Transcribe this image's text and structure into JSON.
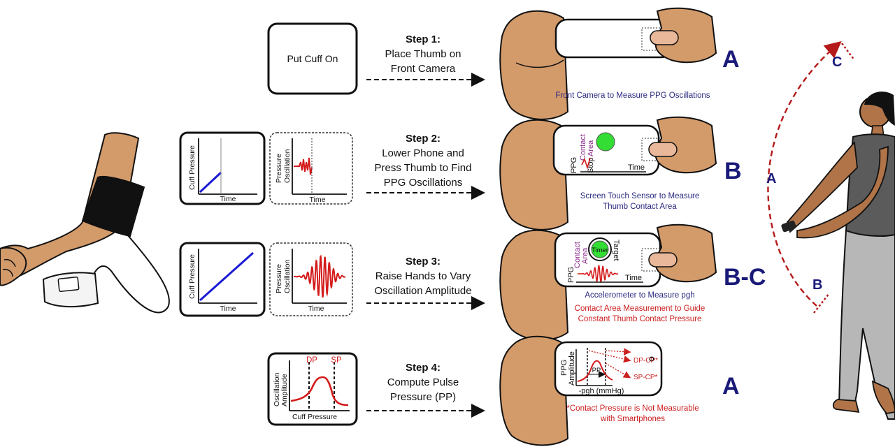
{
  "cuff_box": {
    "label": "Put Cuff On"
  },
  "steps": [
    {
      "title": "Step 1:",
      "lines": [
        "Place Thumb on",
        "Front Camera"
      ]
    },
    {
      "title": "Step 2:",
      "lines": [
        "Lower Phone and",
        "Press Thumb to Find",
        "PPG Oscillations"
      ]
    },
    {
      "title": "Step 3:",
      "lines": [
        "Raise Hands to Vary",
        "Oscillation Amplitude"
      ]
    },
    {
      "title": "Step 4:",
      "lines": [
        "Compute Pulse",
        "Pressure (PP)"
      ]
    }
  ],
  "plots": {
    "cuff_pressure_ylabel": "Cuff Pressure",
    "pressure_osc_ylabel": [
      "Pressure",
      "Oscillation"
    ],
    "osc_amp_ylabel": [
      "Oscillation",
      "Amplitude"
    ],
    "time_label": "Time",
    "cuff_pressure_xlabel": "Cuff Pressure",
    "dp": "DP",
    "sp": "SP"
  },
  "phones": {
    "contact_area": [
      "Contact",
      "Area"
    ],
    "ppg": "PPG",
    "stop": "Stop",
    "time": "Time",
    "timer": "Timer",
    "target": "Target",
    "ppg_amplitude": [
      "PPG",
      "Amplitude"
    ],
    "pp": "PP",
    "pgh": "-pgh (mmHg)",
    "dp_cp": "DP-CP*",
    "sp_cp": "SP-CP*"
  },
  "letters": [
    "A",
    "B",
    "B-C",
    "A"
  ],
  "captions": {
    "row1": [
      "Front Camera to Measure PPG Oscillations"
    ],
    "row2": [
      "Screen Touch Sensor to Measure",
      "Thumb Contact Area"
    ],
    "row3_navy": [
      "Accelerometer to Measure pgh"
    ],
    "row3_red": [
      "Contact Area Measurement to Guide",
      "Constant Thumb Contact Pressure"
    ],
    "row4_red": [
      "*Contact Pressure is Not Measurable",
      "with Smartphones"
    ]
  },
  "body_letters": {
    "a": "A",
    "b": "B",
    "c": "C"
  },
  "colors": {
    "skin": "#d39a6a",
    "navy": "#1a1a7a",
    "red": "#cc1f1f",
    "green": "#33dd33",
    "blue": "#1a1ad6",
    "shirt": "#5b5b5b",
    "pants": "#b7b7b7"
  }
}
